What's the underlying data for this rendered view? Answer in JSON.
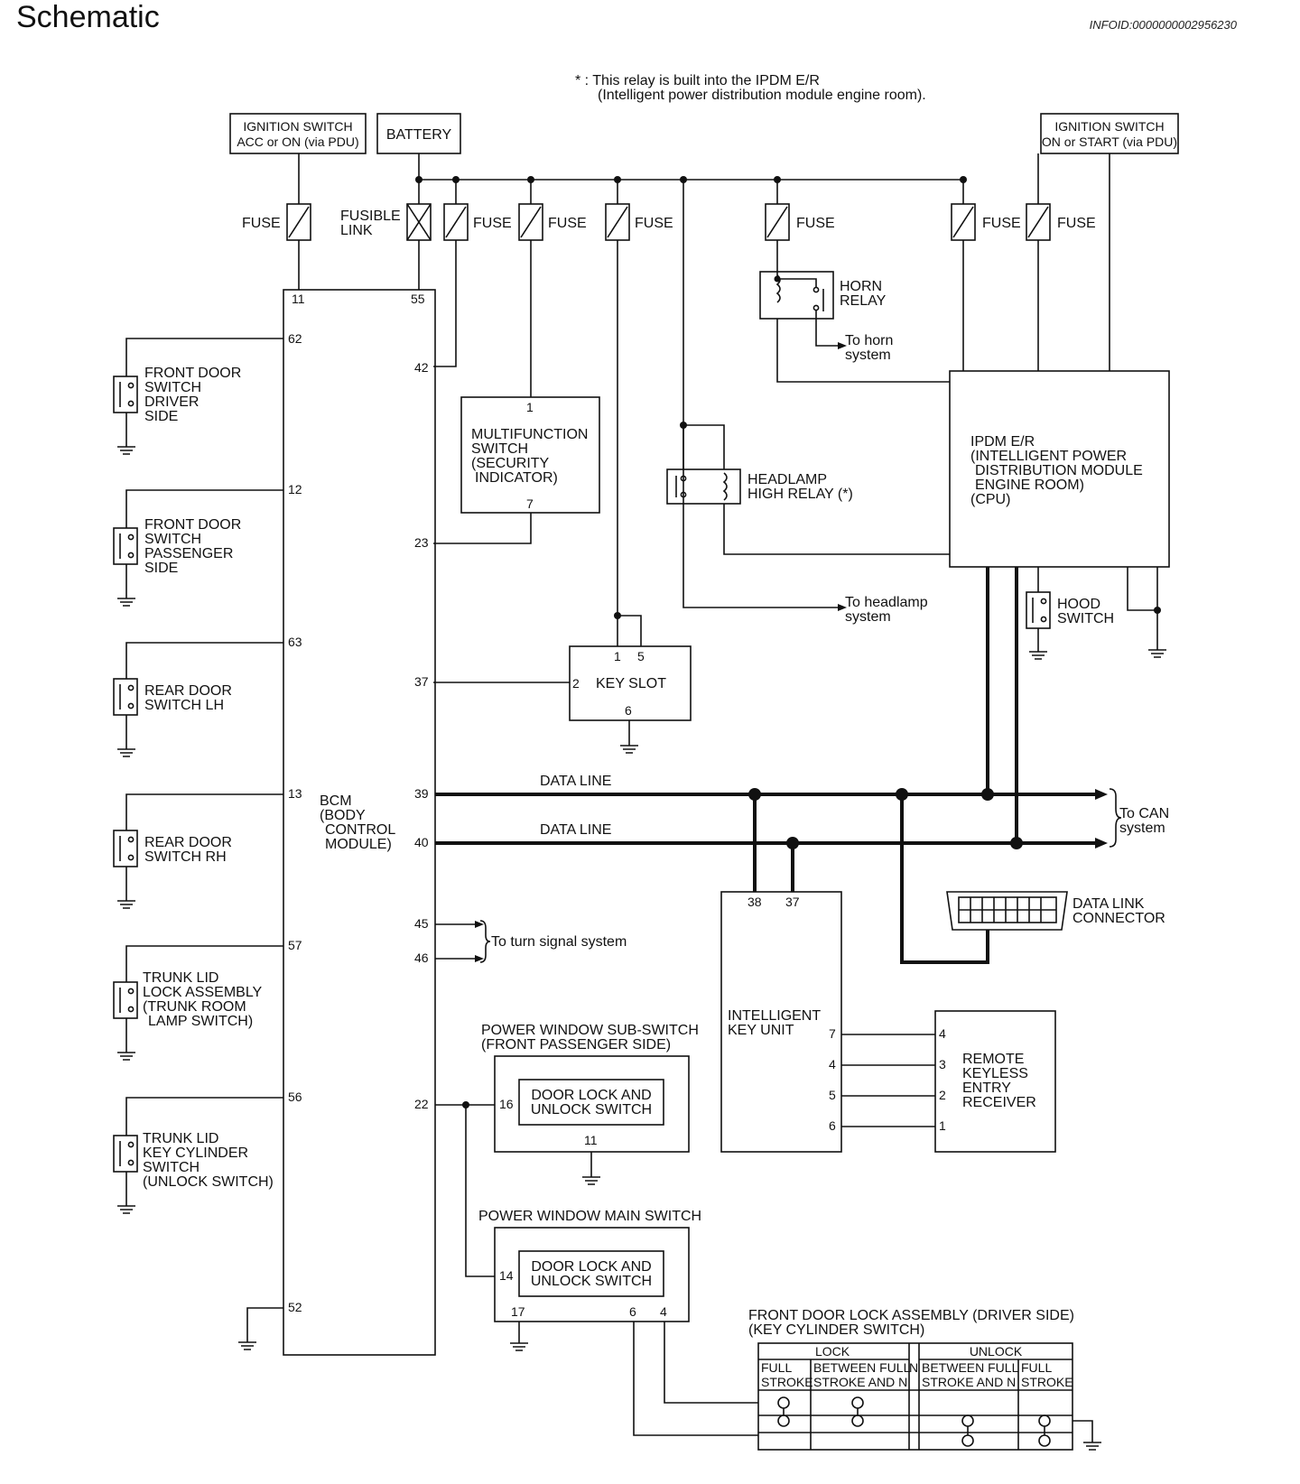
{
  "header": {
    "title": "Schematic",
    "info_id": "INFOID:0000000002956230"
  },
  "note": {
    "line1": "* : This relay is built into the IPDM E/R",
    "line2": "(Intelligent power distribution module engine room)."
  },
  "power": {
    "ign_acc_1": "IGNITION SWITCH",
    "ign_acc_2": "ACC or ON (via PDU)",
    "battery": "BATTERY",
    "ign_on_1": "IGNITION SWITCH",
    "ign_on_2": "ON or START (via PDU)",
    "fuse": "FUSE",
    "fusible_1": "FUSIBLE",
    "fusible_2": "LINK"
  },
  "bcm": {
    "l1": "BCM",
    "l2": "(BODY",
    "l3": "CONTROL",
    "l4": "MODULE)",
    "pins": {
      "p11": "11",
      "p55": "55",
      "p62": "62",
      "p42": "42",
      "p12": "12",
      "p23": "23",
      "p63": "63",
      "p37": "37",
      "p13": "13",
      "p39": "39",
      "p40": "40",
      "p57": "57",
      "p45": "45",
      "p46": "46",
      "p56": "56",
      "p22": "22",
      "p52": "52"
    }
  },
  "switches": {
    "fd_drv": [
      "FRONT DOOR",
      "SWITCH",
      "DRIVER",
      "SIDE"
    ],
    "fd_pas": [
      "FRONT DOOR",
      "SWITCH",
      "PASSENGER",
      "SIDE"
    ],
    "rd_lh": [
      "REAR DOOR",
      "SWITCH LH"
    ],
    "rd_rh": [
      "REAR DOOR",
      "SWITCH RH"
    ],
    "trunk_lamp": [
      "TRUNK LID",
      "LOCK ASSEMBLY",
      "(TRUNK ROOM",
      "LAMP SWITCH)"
    ],
    "trunk_key": [
      "TRUNK LID",
      "KEY CYLINDER",
      "SWITCH",
      "(UNLOCK SWITCH)"
    ]
  },
  "multifunction": {
    "lines": [
      "MULTIFUNCTION",
      "SWITCH",
      "(SECURITY",
      "INDICATOR)"
    ],
    "pin1": "1",
    "pin7": "7"
  },
  "keyslot": {
    "label": "KEY SLOT",
    "pin1": "1",
    "pin5": "5",
    "pin2": "2",
    "pin6": "6"
  },
  "horn": {
    "l1": "HORN",
    "l2": "RELAY",
    "to1": "To horn",
    "to2": "system"
  },
  "headlamp": {
    "l1": "HEADLAMP",
    "l2": "HIGH RELAY (*)",
    "to1": "To headlamp",
    "to2": "system"
  },
  "ipdm": {
    "lines": [
      "IPDM E/R",
      "(INTELLIGENT POWER",
      "DISTRIBUTION MODULE",
      "ENGINE ROOM)",
      "(CPU)"
    ]
  },
  "hood": {
    "l1": "HOOD",
    "l2": "SWITCH"
  },
  "data": {
    "line1": "DATA LINE",
    "line2": "DATA LINE",
    "can1": "To CAN",
    "can2": "system"
  },
  "turn": {
    "label": "To turn signal system"
  },
  "dlc": {
    "l1": "DATA LINK",
    "l2": "CONNECTOR"
  },
  "iku": {
    "l1": "INTELLIGENT",
    "l2": "KEY UNIT",
    "p38": "38",
    "p37": "37",
    "p7": "7",
    "p4": "4",
    "p5": "5",
    "p6": "6"
  },
  "rke": {
    "lines": [
      "REMOTE",
      "KEYLESS",
      "ENTRY",
      "RECEIVER"
    ],
    "p4": "4",
    "p3": "3",
    "p2": "2",
    "p1": "1"
  },
  "pw_sub": {
    "t1": "POWER WINDOW SUB-SWITCH",
    "t2": "(FRONT PASSENGER SIDE)",
    "inner1": "DOOR LOCK AND",
    "inner2": "UNLOCK SWITCH",
    "p16": "16",
    "p11": "11"
  },
  "pw_main": {
    "t1": "POWER WINDOW MAIN SWITCH",
    "inner1": "DOOR LOCK AND",
    "inner2": "UNLOCK SWITCH",
    "p14": "14",
    "p17": "17",
    "p6": "6",
    "p4": "4"
  },
  "fdl": {
    "t1": "FRONT DOOR LOCK ASSEMBLY (DRIVER SIDE)",
    "t2": "(KEY CYLINDER SWITCH)",
    "lock": "LOCK",
    "unlock": "UNLOCK",
    "n": "N",
    "c1a": "FULL",
    "c1b": "STROKE",
    "c2a": "BETWEEN FULL",
    "c2b": "STROKE AND N",
    "c3a": "BETWEEN FULL",
    "c3b": "STROKE AND N",
    "c4a": "FULL",
    "c4b": "STROKE"
  }
}
